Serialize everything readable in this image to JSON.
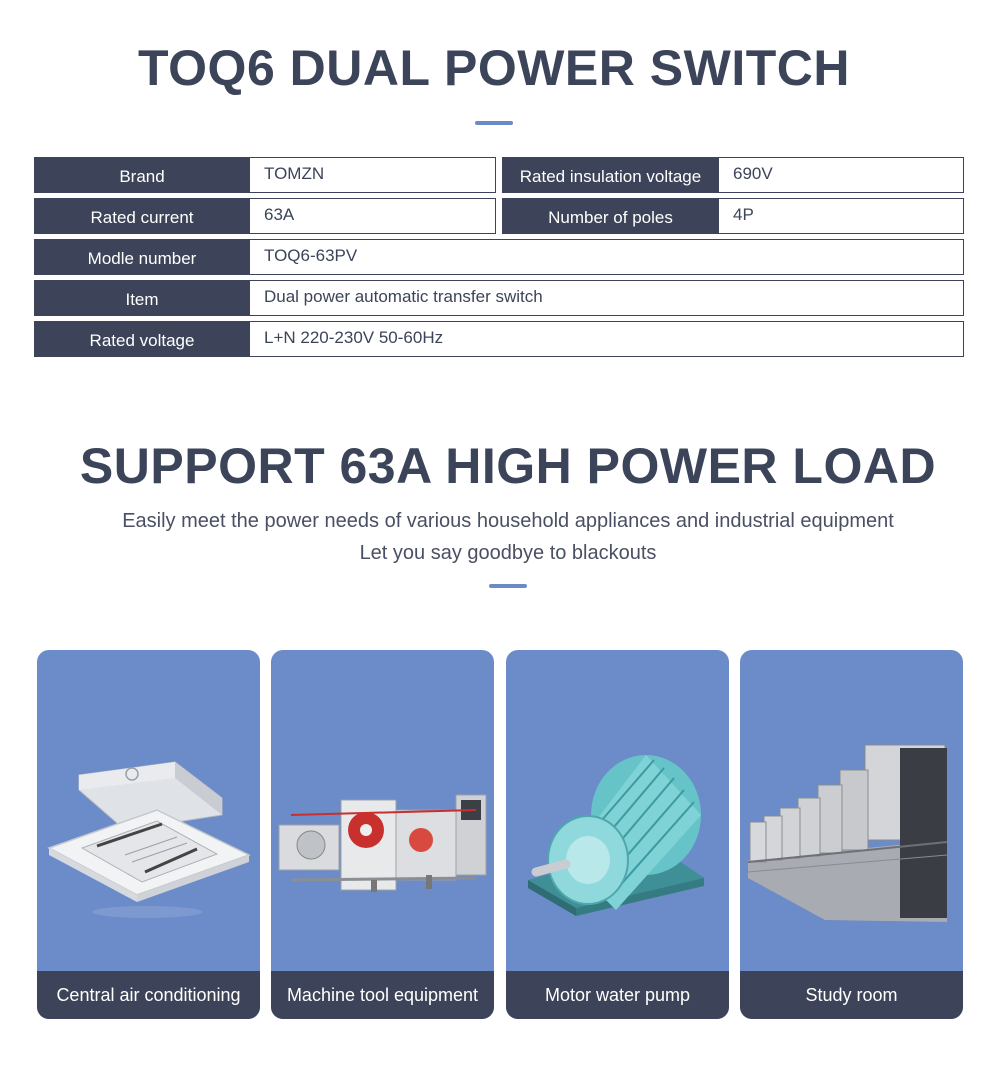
{
  "section1": {
    "title": "TOQ6 DUAL POWER SWITCH"
  },
  "specs": {
    "brand_label": "Brand",
    "brand_value": "TOMZN",
    "insulation_label": "Rated insulation voltage",
    "insulation_value": "690V",
    "current_label": "Rated current",
    "current_value": "63A",
    "poles_label": "Number of poles",
    "poles_value": "4P",
    "model_label": "Modle number",
    "model_value": "TOQ6-63PV",
    "item_label": "Item",
    "item_value": "Dual power automatic transfer switch",
    "voltage_label": "Rated voltage",
    "voltage_value": "L+N 220-230V 50-60Hz"
  },
  "section2": {
    "title": "SUPPORT 63A HIGH POWER LOAD",
    "line1": "Easily meet the power needs of various household appliances and industrial equipment",
    "line2": "Let you say goodbye to blackouts"
  },
  "cards": [
    {
      "caption": "Central air conditioning",
      "icon": "air-conditioner-icon"
    },
    {
      "caption": "Machine tool equipment",
      "icon": "machine-tool-icon"
    },
    {
      "caption": "Motor water pump",
      "icon": "motor-pump-icon"
    },
    {
      "caption": "Study room",
      "icon": "printing-machine-icon"
    }
  ],
  "colors": {
    "dark": "#3d4359",
    "accent": "#6b8bc7",
    "card_bg": "#6b8bc9"
  }
}
